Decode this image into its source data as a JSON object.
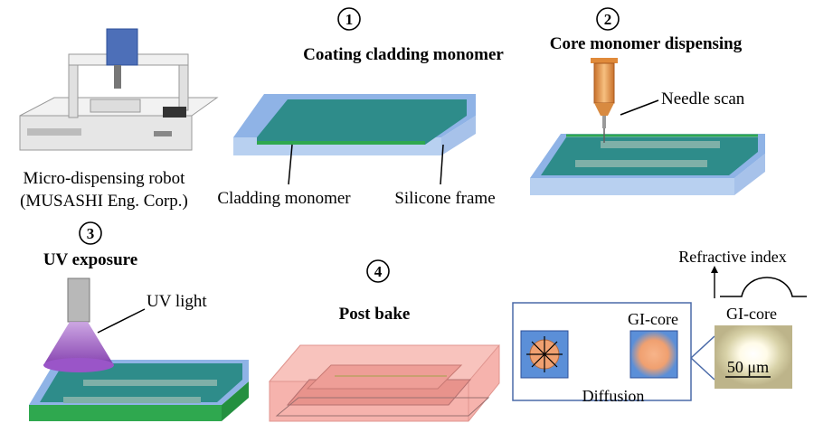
{
  "steps": [
    {
      "number": "1",
      "title": "Coating cladding monomer"
    },
    {
      "number": "2",
      "title": "Core monomer dispensing"
    },
    {
      "number": "3",
      "title": "UV exposure"
    },
    {
      "number": "4",
      "title": "Post bake"
    }
  ],
  "labels": {
    "robot_line1": "Micro-dispensing robot",
    "robot_line2": "(MUSASHI Eng. Corp.)",
    "cladding_monomer": "Cladding monomer",
    "silicone_frame": "Silicone frame",
    "needle_scan": "Needle scan",
    "uv_light": "UV light",
    "gi_core_small": "GI-core",
    "diffusion": "Diffusion",
    "refractive_index": "Refractive index",
    "gi_core_photo": "GI-core",
    "scale_bar": "50 μm"
  },
  "colors": {
    "frame_top": "#8fb3e6",
    "frame_side": "#b8d0f0",
    "cladding": "#2e8c8a",
    "green_edge": "#2fa84f",
    "core_strip": "#7fb0a8",
    "uv_cone": "#8a3fb0",
    "bake_box": "#f3a6a0",
    "box_border": "#4a6aa8",
    "orange_core": "#f0a070",
    "blue_square": "#5b8fd8",
    "photo_bg": "#bdb48a"
  }
}
